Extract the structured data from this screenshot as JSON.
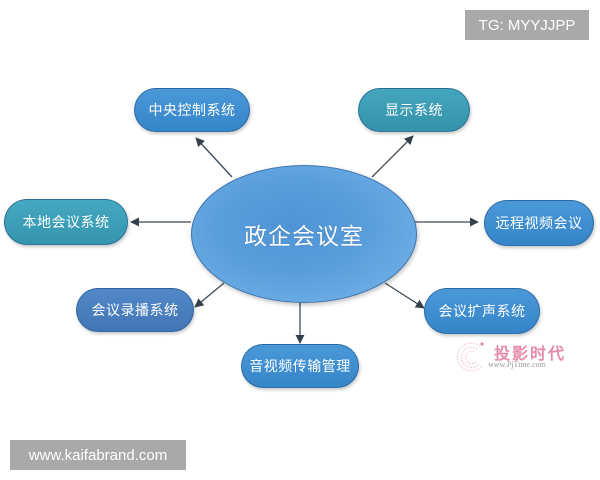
{
  "watermarks": {
    "top_right": "TG: MYYJJPP",
    "bottom_left": "www.kaifabrand.com"
  },
  "logo": {
    "title": "投影时代",
    "url": "www.PjTime.com"
  },
  "diagram": {
    "center": {
      "label": "政企会议室",
      "color": "#5a9edc"
    },
    "nodes": [
      {
        "id": "central-control",
        "label": "中央控制系统",
        "color": "#3d8fd1"
      },
      {
        "id": "display",
        "label": "显示系统",
        "color": "#3a9db5"
      },
      {
        "id": "local-meeting",
        "label": "本地会议系统",
        "color": "#3aa0b8"
      },
      {
        "id": "remote-video",
        "label": "远程视频会议",
        "color": "#3d8fd1"
      },
      {
        "id": "recording",
        "label": "会议录播系统",
        "color": "#4a7fc2"
      },
      {
        "id": "amplification",
        "label": "会议扩声系统",
        "color": "#3d8fd1"
      },
      {
        "id": "av-transmission",
        "label": "音视频传输管理",
        "color": "#3d8fd1"
      }
    ],
    "link_color": "#3f4a55"
  }
}
